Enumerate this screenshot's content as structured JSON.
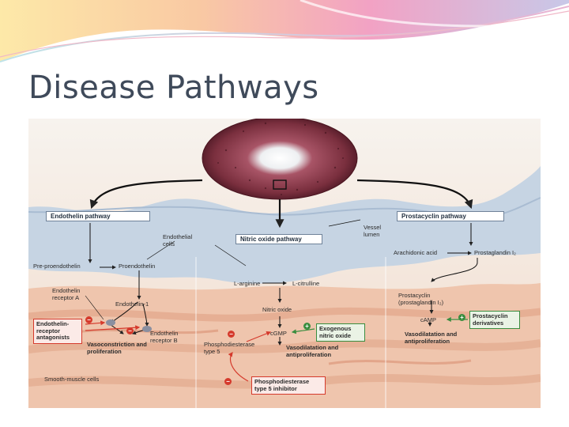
{
  "slide": {
    "title": "Disease Pathways"
  },
  "colors": {
    "title": "#3f4a5a",
    "pathway_border": "#6f8299",
    "inhibit_red": "#d53a2c",
    "stimulate_green": "#3a8d3f"
  },
  "icons": {
    "minus": "minus-sign-icon",
    "plus": "plus-sign-icon"
  },
  "figure": {
    "pathways": {
      "endothelin": "Endothelin pathway",
      "nitric_oxide": "Nitric oxide pathway",
      "prostacyclin": "Prostacyclin pathway"
    },
    "labels": {
      "endothelial_cells": "Endothelial cells",
      "vessel_lumen": "Vessel lumen",
      "pre_proendothelin": "Pre-proendothelin",
      "proendothelin": "Proendothelin",
      "l_arginine": "L-arginine",
      "l_citrulline": "L-citrulline",
      "arachidonic_acid": "Arachidonic acid",
      "prostaglandin": "Prostaglandin I₂",
      "endothelin_receptor_a": "Endothelin receptor A",
      "endothelin_1": "Endothelin-1",
      "endothelin_receptor_b": "Endothelin receptor B",
      "nitric_oxide": "Nitric oxide",
      "cgmp": "cGMP",
      "prostacyclin": "Prostacyclin (prostaglandin I₂)",
      "camp": "cAMP",
      "vasoconstriction": "Vasoconstriction and proliferation",
      "vasodilatation_no": "Vasodilatation and antiproliferation",
      "vasodilatation_pc": "Vasodilatation and antiproliferation",
      "phosphodiesterase": "Phosphodiesterase type 5",
      "smooth_muscle": "Smooth-muscle cells"
    },
    "drugs": {
      "endothelin_antagonists": "Endothelin-receptor antagonists",
      "exogenous_no": "Exogenous nitric oxide",
      "prostacyclin_derivatives": "Prostacyclin derivatives",
      "pde5_inhibitor": "Phosphodiesterase type 5 inhibitor"
    },
    "signs": {
      "minus": "−",
      "plus": "+"
    }
  }
}
